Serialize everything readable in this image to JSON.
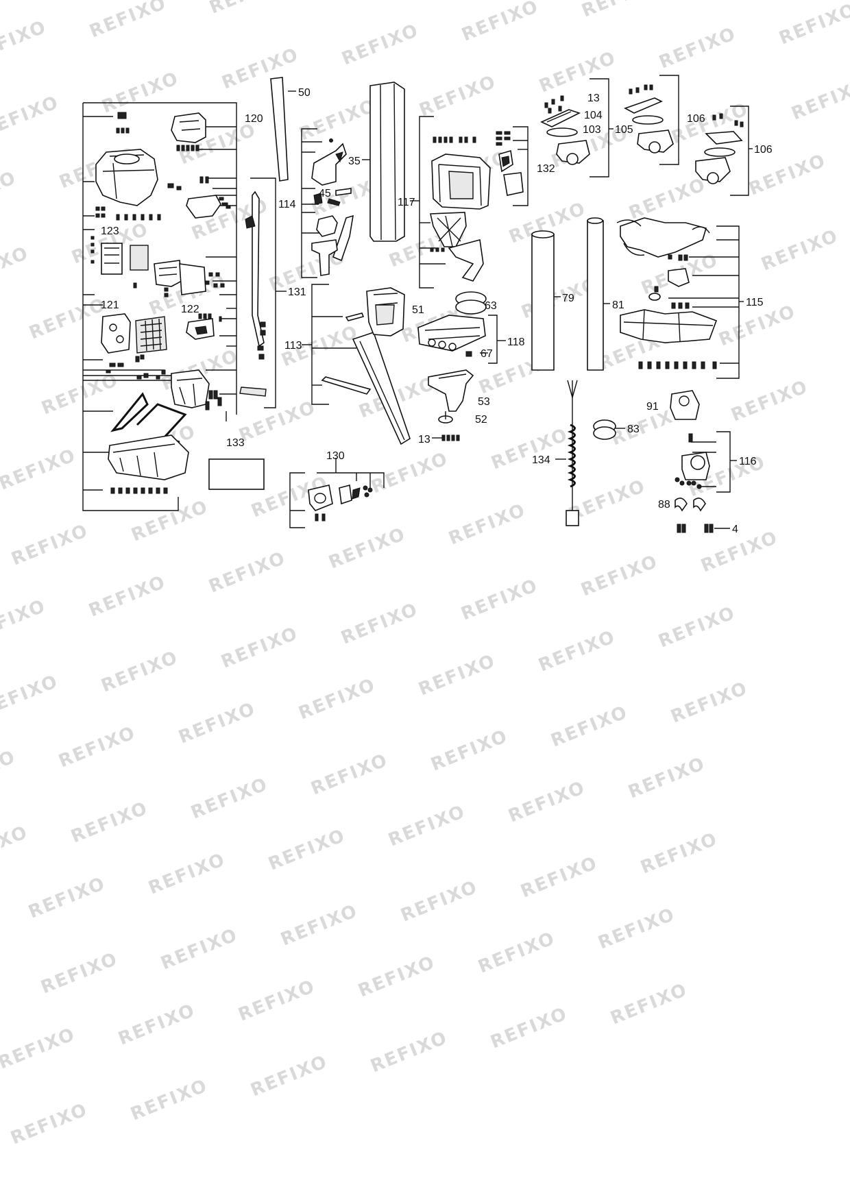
{
  "watermark": "REFIXO",
  "labels": [
    "50",
    "120",
    "35",
    "13",
    "104",
    "103",
    "105",
    "106",
    "106",
    "45",
    "114",
    "132",
    "117",
    "123",
    "131",
    "122",
    "121",
    "51",
    "63",
    "79",
    "81",
    "115",
    "113",
    "118",
    "67",
    "53",
    "52",
    "13",
    "91",
    "83",
    "133",
    "130",
    "134",
    "116",
    "88",
    "4"
  ]
}
